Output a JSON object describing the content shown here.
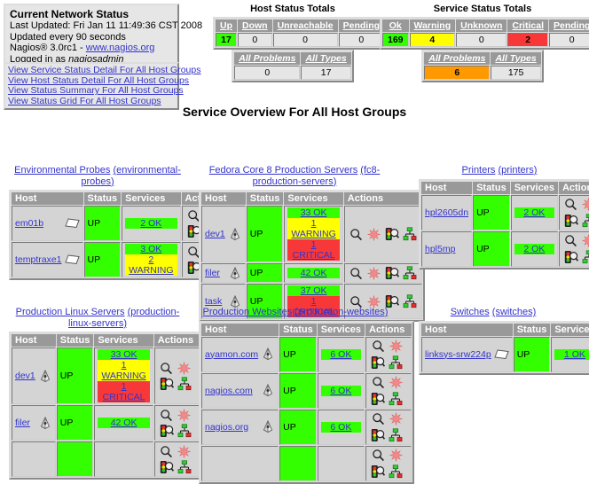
{
  "status_box": {
    "title": "Current Network Status",
    "last_updated": "Last Updated: Fri Jan 11 11:49:36 CST 2008",
    "update_interval": "Updated every 90 seconds",
    "version_prefix": "Nagios® 3.0rc1 - ",
    "version_link": "www.nagios.org",
    "logged_in_prefix": "Logged in as ",
    "logged_in_user": "nagiosadmin"
  },
  "nav_links": [
    "View Service Status Detail For All Host Groups",
    "View Host Status Detail For All Host Groups",
    "View Status Summary For All Host Groups",
    "View Status Grid For All Host Groups"
  ],
  "host_totals": {
    "caption": "Host Status Totals",
    "headers": [
      "Up",
      "Down",
      "Unreachable",
      "Pending"
    ],
    "values": [
      "17",
      "0",
      "0",
      "0"
    ],
    "sub_headers": [
      "All Problems",
      "All Types"
    ],
    "sub_values": [
      "0",
      "17"
    ]
  },
  "service_totals": {
    "caption": "Service Status Totals",
    "headers": [
      "Ok",
      "Warning",
      "Unknown",
      "Critical",
      "Pending"
    ],
    "values": [
      "169",
      "4",
      "0",
      "2",
      "0"
    ],
    "sub_headers": [
      "All Problems",
      "All Types"
    ],
    "sub_values": [
      "6",
      "175"
    ]
  },
  "page_title": "Service Overview For All Host Groups",
  "table_headers": {
    "host": "Host",
    "status": "Status",
    "services": "Services",
    "actions": "Actions"
  },
  "groups": [
    {
      "name": "Environmental Probes",
      "alias": "(environmental-probes)",
      "host_icon": "probe-icon",
      "icon_layout": "grid",
      "rows": [
        {
          "host": "em01b",
          "status": "UP",
          "services": [
            {
              "label": "2 OK",
              "state": "ok"
            }
          ]
        },
        {
          "host": "temptraxe1",
          "status": "UP",
          "services": [
            {
              "label": "3 OK",
              "state": "ok"
            },
            {
              "label": "2 WARNING",
              "state": "warn"
            }
          ]
        }
      ]
    },
    {
      "name": "Fedora Core 8 Production Servers",
      "alias": "(fc8-production-servers)",
      "host_icon": "fedora-icon",
      "icon_layout": "row",
      "rows": [
        {
          "host": "dev1",
          "status": "UP",
          "services": [
            {
              "label": "33 OK",
              "state": "ok"
            },
            {
              "label": "1 WARNING",
              "state": "warn"
            },
            {
              "label": "1 CRITICAL",
              "state": "crit"
            }
          ]
        },
        {
          "host": "filer",
          "status": "UP",
          "services": [
            {
              "label": "42 OK",
              "state": "ok"
            }
          ]
        },
        {
          "host": "task",
          "status": "UP",
          "services": [
            {
              "label": "37 OK",
              "state": "ok"
            },
            {
              "label": "1 CRITICAL",
              "state": "crit"
            }
          ]
        }
      ]
    },
    {
      "name": "Printers",
      "alias": "(printers)",
      "host_icon": "none",
      "icon_layout": "grid",
      "rows": [
        {
          "host": "hpl2605dn",
          "status": "UP",
          "services": [
            {
              "label": "2 OK",
              "state": "ok"
            }
          ]
        },
        {
          "host": "hpl5mp",
          "status": "UP",
          "services": [
            {
              "label": "2 OK",
              "state": "ok"
            }
          ]
        }
      ]
    },
    {
      "name": "Production Linux Servers",
      "alias": "(production-linux-servers)",
      "host_icon": "fedora-icon",
      "icon_layout": "grid",
      "rows": [
        {
          "host": "dev1",
          "status": "UP",
          "services": [
            {
              "label": "33 OK",
              "state": "ok"
            },
            {
              "label": "1 WARNING",
              "state": "warn"
            },
            {
              "label": "1 CRITICAL",
              "state": "crit"
            }
          ]
        },
        {
          "host": "filer",
          "status": "UP",
          "services": [
            {
              "label": "42 OK",
              "state": "ok"
            }
          ]
        },
        {
          "host": "",
          "status": "",
          "services": []
        }
      ]
    },
    {
      "name": "Production Websites",
      "alias": "(production-websites)",
      "host_icon": "fedora-icon",
      "icon_layout": "grid",
      "rows": [
        {
          "host": "ayamon.com",
          "status": "UP",
          "services": [
            {
              "label": "6 OK",
              "state": "ok"
            }
          ]
        },
        {
          "host": "nagios.com",
          "status": "UP",
          "services": [
            {
              "label": "6 OK",
              "state": "ok"
            }
          ]
        },
        {
          "host": "nagios.org",
          "status": "UP",
          "services": [
            {
              "label": "6 OK",
              "state": "ok"
            }
          ]
        },
        {
          "host": "",
          "status": "",
          "services": []
        }
      ]
    },
    {
      "name": "Switches",
      "alias": "(switches)",
      "host_icon": "probe-icon",
      "icon_layout": "grid",
      "rows": [
        {
          "host": "linksys-srw224p",
          "status": "UP",
          "services": [
            {
              "label": "1 OK",
              "state": "ok"
            }
          ]
        }
      ]
    }
  ],
  "action_icons": [
    "magnifier-icon",
    "starburst-icon",
    "trafficlight-icon",
    "network-tree-icon"
  ],
  "colors": {
    "ok": "#33ff00",
    "warning": "#ffff00",
    "critical": "#f83838",
    "problems": "#ff9900",
    "header_gray": "#999999",
    "cell_gray": "#d4d4d4",
    "link": "#3333cc"
  }
}
